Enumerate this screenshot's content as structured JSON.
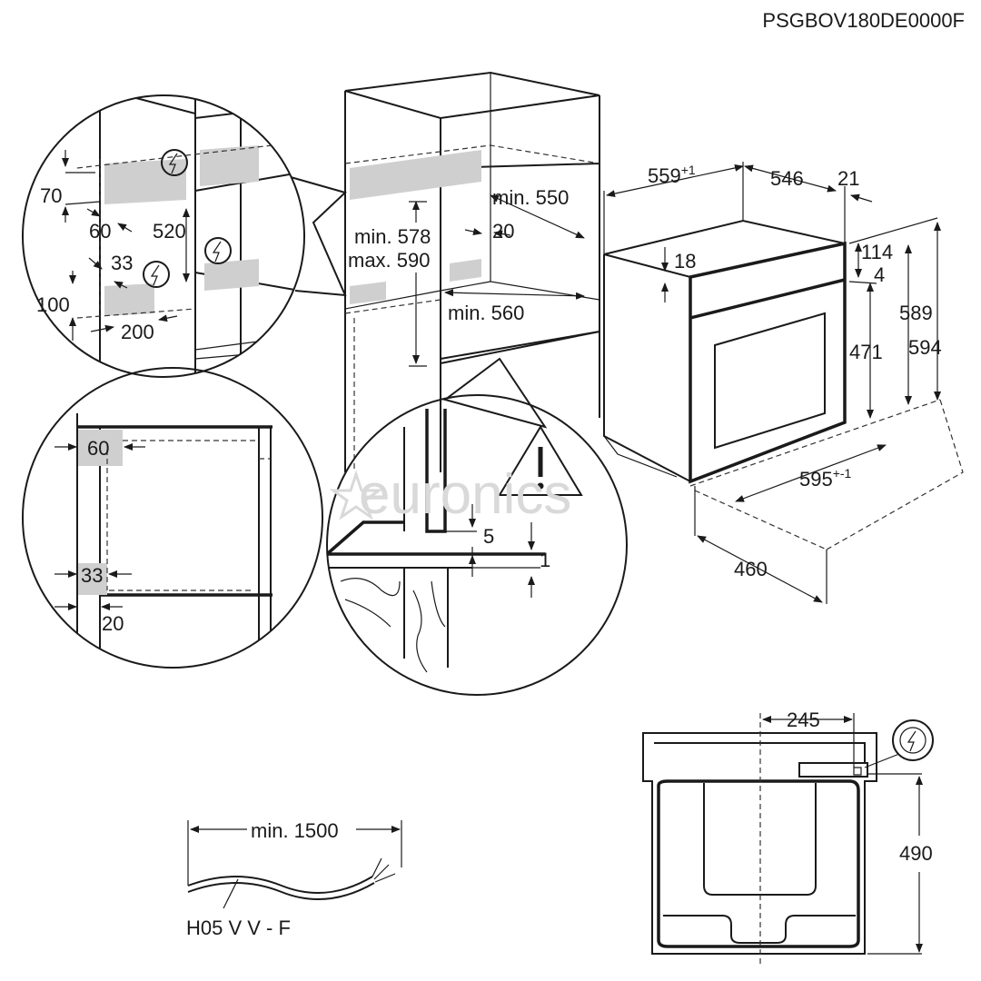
{
  "doc_code": "PSGBOV180DE0000F",
  "watermark": "euronics",
  "cabinet": {
    "min_550": "min. 550",
    "dim_20": "20",
    "min_578": "min. 578",
    "max_590": "max. 590",
    "min_560": "min. 560"
  },
  "detail_top_left": {
    "d70": "70",
    "d60": "60",
    "d520": "520",
    "d33": "33",
    "d100": "100",
    "d200": "200"
  },
  "detail_bottom_left": {
    "d60": "60",
    "d33": "33",
    "d20": "20"
  },
  "detail_center": {
    "d5": "5",
    "d1": "1"
  },
  "oven": {
    "d559": "559",
    "d559_tol": "+1",
    "d546": "546",
    "d21": "21",
    "d18": "18",
    "d114": "114",
    "d4": "4",
    "d589": "589",
    "d594": "594",
    "d471": "471",
    "d595": "595",
    "d595_tol": "+-1",
    "d460": "460"
  },
  "front_view": {
    "d245": "245",
    "d490": "490"
  },
  "cable": {
    "length": "min. 1500",
    "type": "H05 V V - F"
  }
}
